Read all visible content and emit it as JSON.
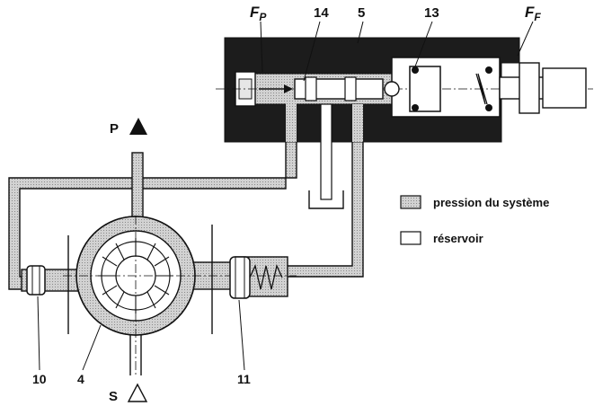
{
  "labels": {
    "fp": "F",
    "fp_sub": "P",
    "n14": "14",
    "n5": "5",
    "n13": "13",
    "ff": "F",
    "ff_sub": "F",
    "p": "P",
    "s": "S",
    "n10": "10",
    "n4": "4",
    "n11": "11"
  },
  "legend": {
    "pressure": "pression du système",
    "reservoir": "réservoir"
  },
  "colors": {
    "pressure_fill": "#c8c8c8",
    "body_fill": "#1c1c1c",
    "line": "#111111"
  }
}
